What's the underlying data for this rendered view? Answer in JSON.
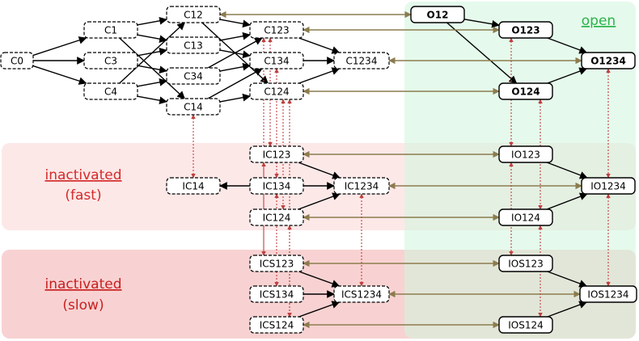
{
  "regions": {
    "open": {
      "label": "open",
      "color": "#2cb34a",
      "fill": "#cff5dc"
    },
    "fast": {
      "label": "inactivated",
      "sublabel": "(fast)",
      "color": "#d42a2a",
      "fill": "#fde8e8"
    },
    "slow": {
      "label": "inactivated",
      "sublabel": "(slow)",
      "color": "#c82020",
      "fill": "#f8d2d2"
    }
  },
  "colors": {
    "black_arrow": "#000000",
    "olive_arrow": "#8c7c4e",
    "red_dotted": "#c04040"
  },
  "states": {
    "C0": "C0",
    "C1": "C1",
    "C3": "C3",
    "C4": "C4",
    "C12": "C12",
    "C13": "C13",
    "C34": "C34",
    "C14": "C14",
    "C123": "C123",
    "C134": "C134",
    "C124": "C124",
    "C1234": "C1234",
    "O12": "O12",
    "O123": "O123",
    "O124": "O124",
    "O1234": "O1234",
    "IC14": "IC14",
    "IC123": "IC123",
    "IC134": "IC134",
    "IC124": "IC124",
    "IC1234": "IC1234",
    "IO123": "IO123",
    "IO124": "IO124",
    "IO1234": "IO1234",
    "ICS123": "ICS123",
    "ICS134": "ICS134",
    "ICS124": "ICS124",
    "ICS1234": "ICS1234",
    "IOS123": "IOS123",
    "IOS124": "IOS124",
    "IOS1234": "IOS1234"
  }
}
